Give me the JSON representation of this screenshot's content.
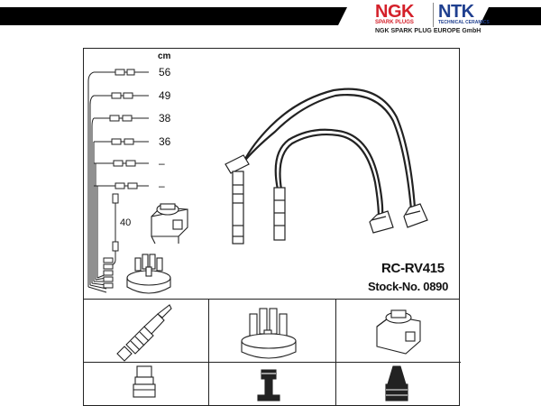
{
  "logo": {
    "brand_left": "NGK",
    "brand_right": "NTK",
    "sub_left": "SPARK PLUGS",
    "sub_right": "TECHNICAL CERAMICS",
    "company": "NGK SPARK PLUG EUROPE GmbH"
  },
  "legend": {
    "unit": "cm",
    "lengths": [
      "56",
      "49",
      "38",
      "36",
      "–",
      "–"
    ],
    "coil_lead_length": "40"
  },
  "product": {
    "model": "RC-RV415",
    "stock": "Stock-No. 0890"
  },
  "colors": {
    "brand_red": "#d4202a",
    "brand_blue": "#1f3f8f",
    "line": "#222222"
  }
}
